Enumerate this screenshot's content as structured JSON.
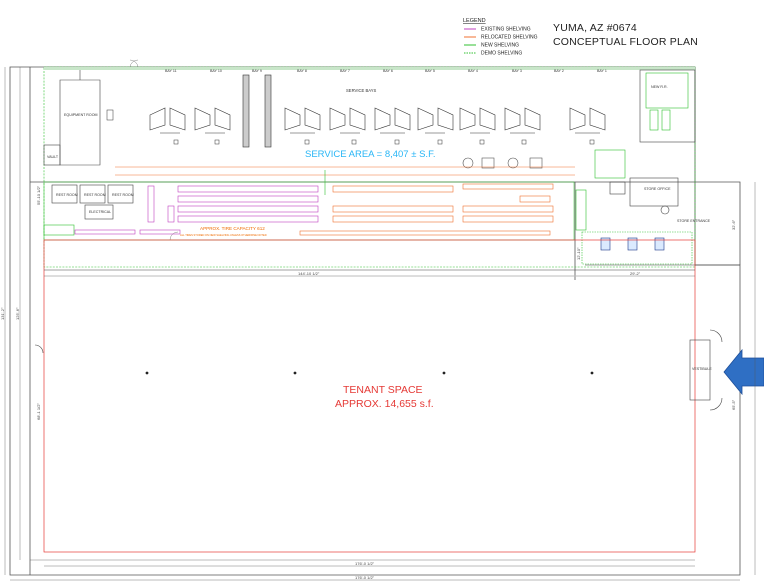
{
  "title": {
    "location": "YUMA, AZ  #0674",
    "subtitle": "CONCEPTUAL FLOOR PLAN"
  },
  "legend": {
    "heading": "LEGEND",
    "items": [
      {
        "label": "EXISTING SHELVING",
        "color": "#c040c0",
        "style": "solid"
      },
      {
        "label": "RELOCATED SHELVING",
        "color": "#f07030",
        "style": "solid"
      },
      {
        "label": "NEW SHELVING",
        "color": "#30c030",
        "style": "solid"
      },
      {
        "label": "DEMO SHELVING",
        "color": "#30c030",
        "style": "dashed"
      }
    ]
  },
  "colors": {
    "existing": "#c040c0",
    "relocated": "#f07030",
    "new": "#30c030",
    "service_text": "#29b6f6",
    "tenant_border": "#e53935",
    "arrow": "#2f6fc4"
  },
  "bays": [
    "BAY 11",
    "BAY 10",
    "BAY 9",
    "BAY 8",
    "BAY 7",
    "BAY 6",
    "BAY 5",
    "BAY 4",
    "BAY 3",
    "BAY 2",
    "BAY 1"
  ],
  "labels": {
    "service_bays": "SERVICE BAYS",
    "service_area": "SERVICE AREA = 8,407 ± S.F.",
    "tenant_space": "TENANT SPACE",
    "tenant_area": "APPROX. 14,655 s.f.",
    "tire_capacity": "APPROX. TIRE CAPACITY 612",
    "tire_note": "ALL TIRES STORED ON NEW SHELVING UNLESS OTHERWISE NOTED",
    "equipment_room": "EQUIPMENT ROOM",
    "vault": "VAULT",
    "rest_room_1": "REST ROOM",
    "rest_room_2": "REST ROOM",
    "rest_room_3": "REST ROOM",
    "electrical": "ELECTRICAL",
    "new_rr": "NEW R.R.",
    "office": "STORE OFFICE",
    "entrance": "STORE ENTRANCE",
    "vestibule": "VESTIBULE"
  },
  "dimensions": {
    "inner_width": "144'-10 1/2\"",
    "right_width": "29'-2\"",
    "bottom_inner": "176'-0 1/2\"",
    "bottom_outer": "176'-0 1/2\"",
    "left_outer": "131'-2\"",
    "left_inner": "125'-6\"",
    "left_lower": "68'-1 1/2\"",
    "left_upper": "55'-10 1/2\"",
    "right_upper": "32'-6\"",
    "right_lower": "65'-5\"",
    "mid_small": "12'-10\""
  }
}
